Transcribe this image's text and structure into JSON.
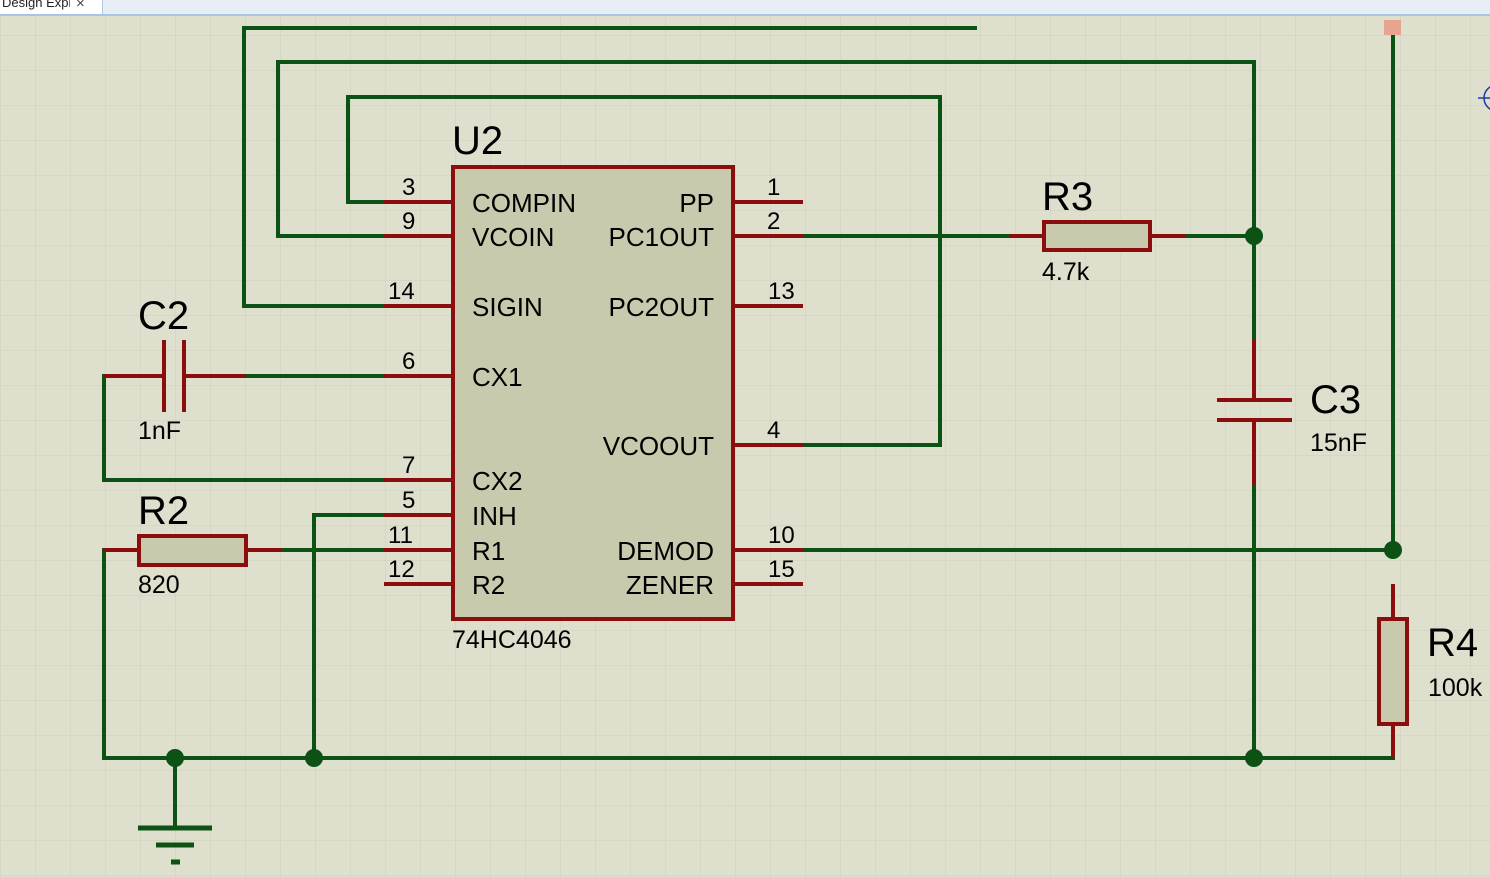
{
  "tab": {
    "label": "Design Explorer",
    "close_glyph": "×"
  },
  "colors": {
    "background": "#dfdfce",
    "wire": "#0b5214",
    "component_outline": "#8a0e0e",
    "component_fill": "#c9c9ae",
    "grid": "#cfcfbe"
  },
  "ic": {
    "ref": "U2",
    "part": "74HC4046",
    "left_pins": [
      {
        "num": "3",
        "name": "COMPIN"
      },
      {
        "num": "9",
        "name": "VCOIN"
      },
      {
        "num": "14",
        "name": "SIGIN"
      },
      {
        "num": "6",
        "name": "CX1"
      },
      {
        "num": "7",
        "name": "CX2"
      },
      {
        "num": "5",
        "name": "INH"
      },
      {
        "num": "11",
        "name": "R1"
      },
      {
        "num": "12",
        "name": "R2"
      }
    ],
    "right_pins": [
      {
        "num": "1",
        "name": "PP"
      },
      {
        "num": "2",
        "name": "PC1OUT"
      },
      {
        "num": "13",
        "name": "PC2OUT"
      },
      {
        "num": "4",
        "name": "VCOOUT"
      },
      {
        "num": "10",
        "name": "DEMOD"
      },
      {
        "num": "15",
        "name": "ZENER"
      }
    ]
  },
  "components": {
    "c2": {
      "ref": "C2",
      "value": "1nF"
    },
    "r2": {
      "ref": "R2",
      "value": "820"
    },
    "r3": {
      "ref": "R3",
      "value": "4.7k"
    },
    "c3": {
      "ref": "C3",
      "value": "15nF"
    },
    "r4": {
      "ref": "R4",
      "value": "100k"
    }
  }
}
